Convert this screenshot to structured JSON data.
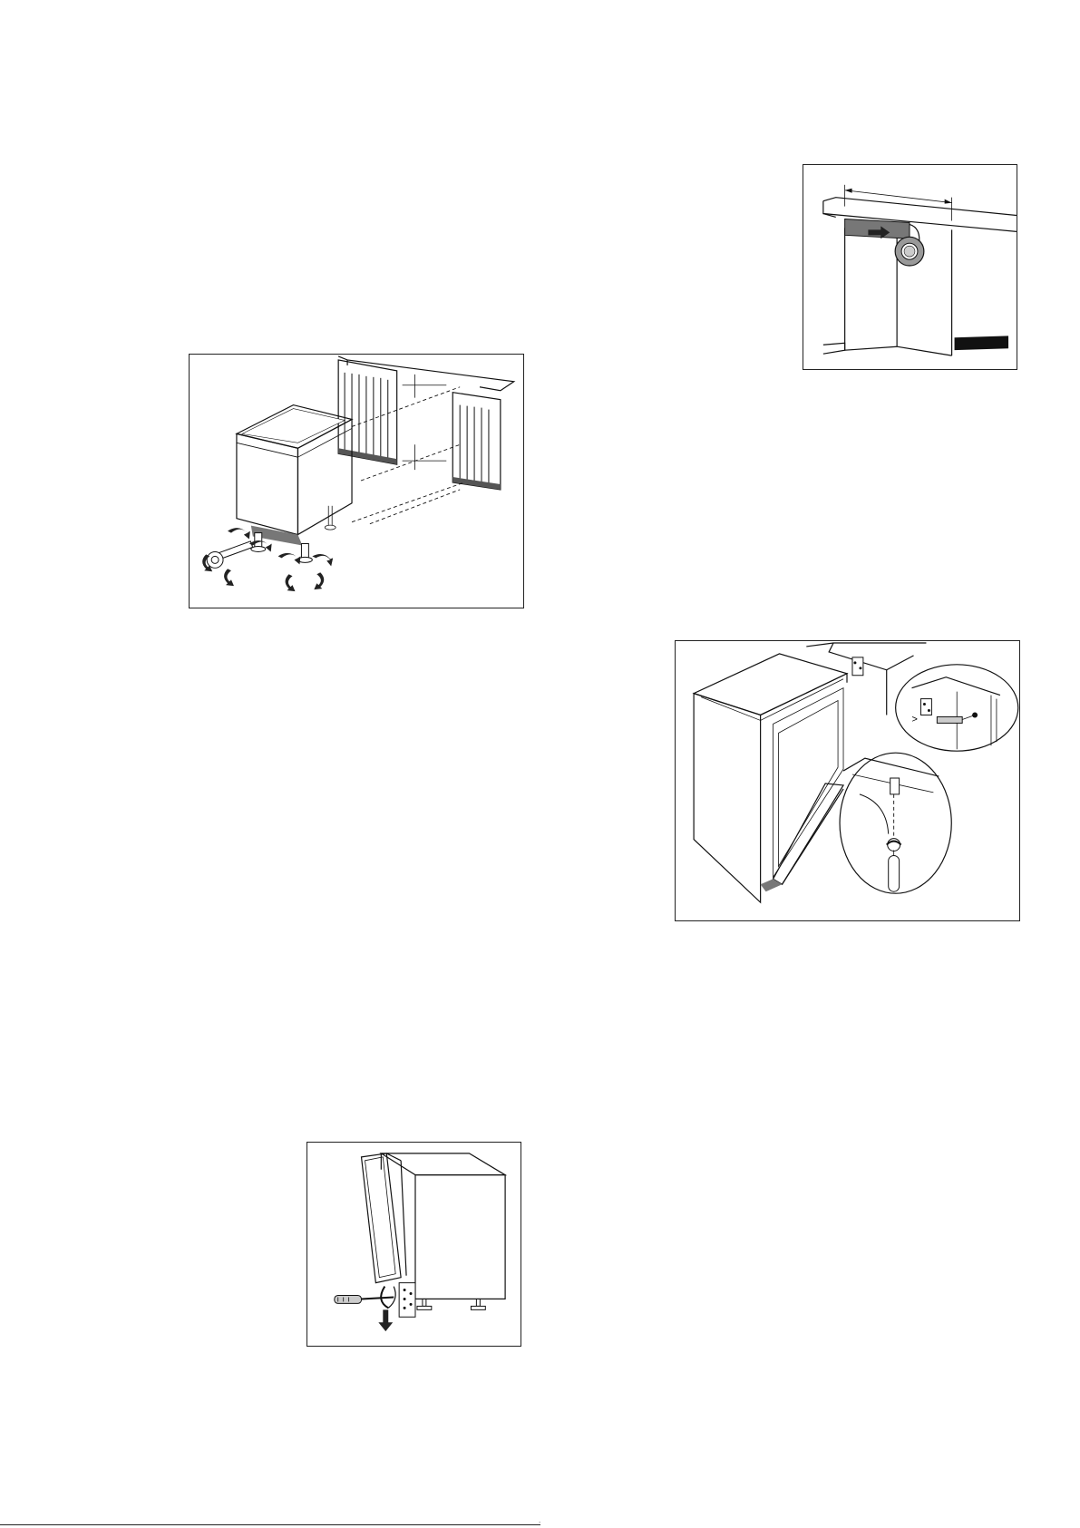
{
  "figures": [
    {
      "id": "leveling",
      "icon": "dishwasher-leveling-feet-illustration"
    },
    {
      "id": "tape",
      "icon": "adhesive-strip-under-worktop-illustration"
    },
    {
      "id": "door",
      "icon": "door-panel-attachment-illustration"
    },
    {
      "id": "hinge",
      "icon": "hinge-spring-adjustment-illustration"
    }
  ],
  "footer": {
    "mark": "·"
  },
  "colors": {
    "line": "#111111",
    "shade": "#555555",
    "background": "#ffffff"
  }
}
